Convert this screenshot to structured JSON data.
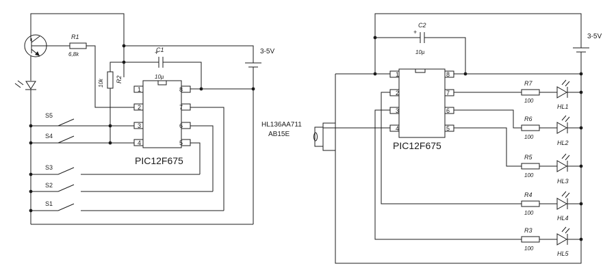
{
  "left": {
    "ic": {
      "name": "PIC12F675",
      "pins_left": [
        "1",
        "2",
        "3",
        "4"
      ],
      "pins_right": [
        "8",
        "7",
        "6",
        "5"
      ]
    },
    "r1": {
      "ref": "R1",
      "value": "6,8k"
    },
    "r2": {
      "ref": "R2",
      "value": "10k"
    },
    "c1": {
      "ref": "C1",
      "value": "10µ",
      "plus": "+"
    },
    "battery": {
      "label": "3-5V"
    },
    "switches": [
      "S5",
      "S4",
      "S3",
      "S2",
      "S1"
    ]
  },
  "right": {
    "ic": {
      "name": "PIC12F675",
      "pins_left": [
        "1",
        "2",
        "3",
        "4"
      ],
      "pins_right": [
        "8",
        "7",
        "6",
        "5"
      ]
    },
    "c2": {
      "ref": "C2",
      "value": "10µ",
      "plus": "+"
    },
    "battery": {
      "label": "3-5V"
    },
    "receiver": {
      "line1": "HL136AA711",
      "line2": "AB15E"
    },
    "resistors": [
      {
        "ref": "R7",
        "value": "100"
      },
      {
        "ref": "R6",
        "value": "100"
      },
      {
        "ref": "R5",
        "value": "100"
      },
      {
        "ref": "R4",
        "value": "100"
      },
      {
        "ref": "R3",
        "value": "100"
      }
    ],
    "leds": [
      "HL1",
      "HL2",
      "HL3",
      "HL4",
      "HL5"
    ]
  },
  "colors": {
    "ink": "#1a1a1a",
    "background": "#ffffff"
  }
}
